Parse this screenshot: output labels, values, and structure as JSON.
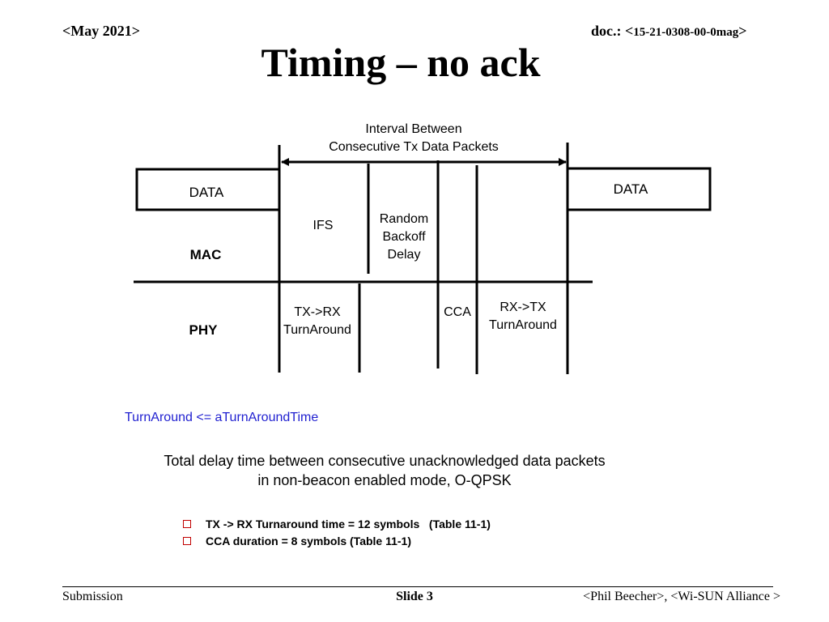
{
  "header": {
    "date": "<May 2021>",
    "doc_prefix": "doc.: <",
    "doc_number": "15-21-0308-00-0mag",
    "doc_suffix": ">"
  },
  "title": "Timing – no ack",
  "diagram": {
    "interval_line1": "Interval Between",
    "interval_line2": "Consecutive Tx Data Packets",
    "data_left": "DATA",
    "data_right": "DATA",
    "mac_label": "MAC",
    "phy_label": "PHY",
    "ifs": "IFS",
    "backoff_line1": "Random",
    "backoff_line2": "Backoff",
    "backoff_line3": "Delay",
    "txrx_line1": "TX->RX",
    "txrx_line2": "TurnAround",
    "cca": "CCA",
    "rxtx_line1": "RX->TX",
    "rxtx_line2": "TurnAround"
  },
  "turnaround_note": "TurnAround <= aTurnAroundTime",
  "summary": {
    "line1": "Total delay time between consecutive unacknowledged data packets",
    "line2": "in non-beacon enabled mode, O-QPSK"
  },
  "bullets": [
    "TX -> RX Turnaround time = 12 symbols   (Table 11-1)",
    "CCA duration = 8 symbols (Table 11-1)"
  ],
  "footer": {
    "left": "Submission",
    "center": "Slide 3",
    "right": "<Phil Beecher>, <Wi-SUN Alliance >"
  },
  "colors": {
    "note_text": "#1f1fd0",
    "bullet_box": "#c00000"
  }
}
